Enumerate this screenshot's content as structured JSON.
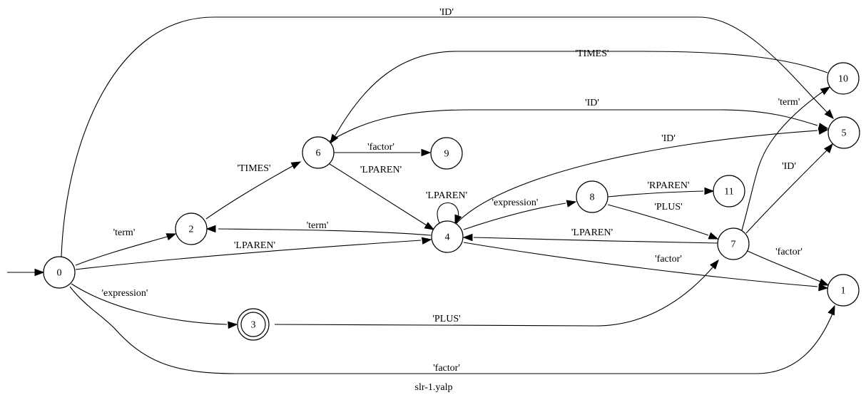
{
  "graph": {
    "caption": "slr-1.yalp",
    "start_state": "0",
    "accepting_states": [
      "3"
    ],
    "states": [
      "0",
      "1",
      "2",
      "3",
      "4",
      "5",
      "6",
      "7",
      "8",
      "9",
      "10",
      "11"
    ],
    "edges": [
      {
        "from": "0",
        "to": "5",
        "label": "'ID'"
      },
      {
        "from": "0",
        "to": "2",
        "label": "'term'"
      },
      {
        "from": "0",
        "to": "4",
        "label": "'LPAREN'"
      },
      {
        "from": "0",
        "to": "3",
        "label": "'expression'"
      },
      {
        "from": "0",
        "to": "1",
        "label": "'factor'"
      },
      {
        "from": "2",
        "to": "6",
        "label": "'TIMES'"
      },
      {
        "from": "3",
        "to": "7",
        "label": "'PLUS'"
      },
      {
        "from": "4",
        "to": "2",
        "label": "'term'"
      },
      {
        "from": "4",
        "to": "4",
        "label": "'LPAREN'"
      },
      {
        "from": "4",
        "to": "5",
        "label": "'ID'"
      },
      {
        "from": "4",
        "to": "8",
        "label": "'expression'"
      },
      {
        "from": "4",
        "to": "1",
        "label": "'factor'"
      },
      {
        "from": "6",
        "to": "9",
        "label": "'factor'"
      },
      {
        "from": "6",
        "to": "4",
        "label": "'LPAREN'"
      },
      {
        "from": "6",
        "to": "5",
        "label": "'ID'"
      },
      {
        "from": "8",
        "to": "11",
        "label": "'RPAREN'"
      },
      {
        "from": "8",
        "to": "7",
        "label": "'PLUS'"
      },
      {
        "from": "7",
        "to": "4",
        "label": "'LPAREN'"
      },
      {
        "from": "7",
        "to": "10",
        "label": "'term'"
      },
      {
        "from": "7",
        "to": "5",
        "label": "'ID'"
      },
      {
        "from": "7",
        "to": "1",
        "label": "'factor'"
      },
      {
        "from": "10",
        "to": "6",
        "label": "'TIMES'"
      }
    ]
  }
}
